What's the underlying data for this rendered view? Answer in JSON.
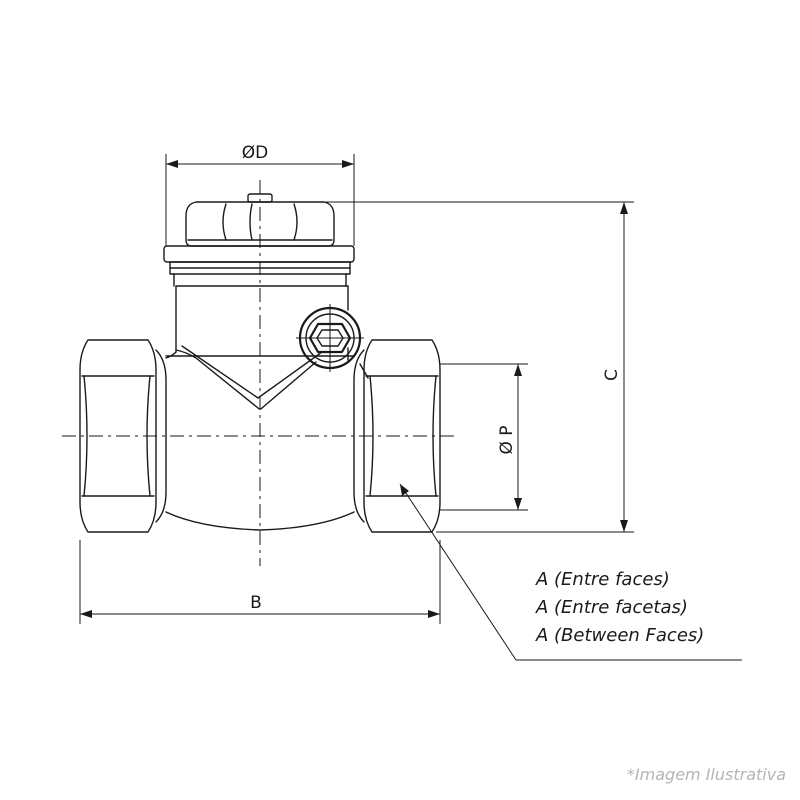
{
  "dimensions": {
    "diameter_d": "ØD",
    "length_b": "B",
    "height_c": "C",
    "diameter_p": "Ø P"
  },
  "callout": {
    "lines": [
      "A (Entre faces)",
      "A (Entre facetas)",
      "A (Between Faces)"
    ]
  },
  "watermark": "*Imagem Ilustrativa"
}
